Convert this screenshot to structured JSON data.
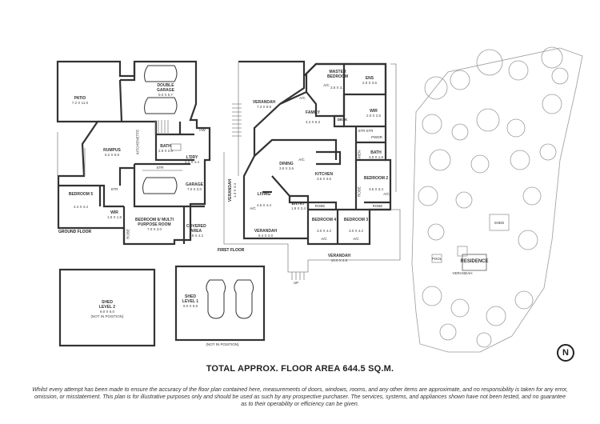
{
  "ground_floor": {
    "label": "GROUND FLOOR",
    "rooms": {
      "patio": {
        "name": "PATIO",
        "dims": "7.2 x 11.0"
      },
      "double_garage": {
        "name": "DOUBLE GARAGE",
        "dims": "9.0 x 5.7"
      },
      "rumpus": {
        "name": "RUMPUS",
        "dims": "6.2 x 5.8"
      },
      "kitchenette": {
        "name": "KITCHENETTE"
      },
      "bath": {
        "name": "BATH",
        "dims": "2.9 x 2.0"
      },
      "ldry": {
        "name": "L'DRY",
        "dims": "2.2 x 4.4"
      },
      "hw": {
        "name": "HW"
      },
      "str": {
        "name": "STR"
      },
      "garage": {
        "name": "GARAGE",
        "dims": "7.0 x 3.0"
      },
      "bedroom5": {
        "name": "BEDROOM 5",
        "dims": "4.4 x 4.4"
      },
      "str2": {
        "name": "STR"
      },
      "wir": {
        "name": "WIR",
        "dims": "1.8 x 1.8"
      },
      "bedroom6": {
        "name": "BEDROOM 6/ MULTI PURPOSE ROOM",
        "dims": "7.0 x 3.0"
      },
      "covered_area": {
        "name": "COVERED AREA",
        "dims": "1.9 x 4.2"
      },
      "robe": {
        "name": "ROBE"
      }
    }
  },
  "first_floor": {
    "label": "FIRST FLOOR",
    "rooms": {
      "verandah_top": {
        "name": "VERANDAH",
        "dims": "7.3 x 8.9"
      },
      "master": {
        "name": "MASTER BEDROOM",
        "dims": "3.6 x 3.4"
      },
      "ens": {
        "name": "ENS",
        "dims": "2.0 x 3.6"
      },
      "wir": {
        "name": "WIR",
        "dims": "2.0 x 2.5"
      },
      "family": {
        "name": "FAMILY",
        "dims": "4.2 x 6.3"
      },
      "desk": {
        "name": "DESK"
      },
      "str": {
        "name": "STR"
      },
      "str2": {
        "name": "STR"
      },
      "pwdr": {
        "name": "PWDR"
      },
      "bath": {
        "name": "BATH",
        "dims": "3.0 x 1.8"
      },
      "linen": {
        "name": "LINEN"
      },
      "dining": {
        "name": "DINING",
        "dims": "3.9 x 3.6"
      },
      "kitchen": {
        "name": "KITCHEN",
        "dims": "3.6 x 3.6"
      },
      "bedroom2": {
        "name": "BEDROOM 2",
        "dims": "3.6 x 3.4"
      },
      "robe_b2": {
        "name": "ROBE"
      },
      "living": {
        "name": "LIVING",
        "dims": "4.5 x 4.4"
      },
      "verandah_side": {
        "name": "VERANDAH",
        "dims": "1.3 x 4.4"
      },
      "entry": {
        "name": "ENTRY",
        "dims": "1.8 x 2.4"
      },
      "robe_b4": {
        "name": "ROBE"
      },
      "bedroom4": {
        "name": "BEDROOM 4",
        "dims": "3.0 x 4.2"
      },
      "bedroom3": {
        "name": "BEDROOM 3",
        "dims": "3.0 x 4.2"
      },
      "robe_b3": {
        "name": "ROBE"
      },
      "verandah_front": {
        "name": "VERANDAH",
        "dims": "8.4 x 2.0"
      },
      "verandah_bottom": {
        "name": "VERANDAH",
        "dims": "10.0 x 2.0"
      }
    }
  },
  "sheds": {
    "shed2": {
      "name": "SHED LEVEL 2",
      "dims": "9.0 x 6.0",
      "note": "(NOT IN POSITION)"
    },
    "shed1": {
      "name": "SHED LEVEL 1",
      "dims": "9.0 x 6.9"
    },
    "note": "(NOT IN POSITION)"
  },
  "site": {
    "residence": "RESIDENCE",
    "shed": "SHED",
    "pool": "POOL",
    "verandah": "VERANDAH"
  },
  "abbrev": {
    "ac": "A/C",
    "up": "UP"
  },
  "compass": "N",
  "total_area": "TOTAL APPROX. FLOOR AREA  644.5 SQ.M.",
  "disclaimer": "Whilst every attempt has been made to ensure the accuracy of the floor plan contained here, measurements of doors, windows, rooms, and any other items are approximate, and no responsibility is taken for any error, omission, or misstatement. This plan is for illustrative purposes only and should be used as such by any prospective purchaser. The services, systems, and appliances shown have not been tested, and no guarantee as to their operability or efficiency can be given."
}
